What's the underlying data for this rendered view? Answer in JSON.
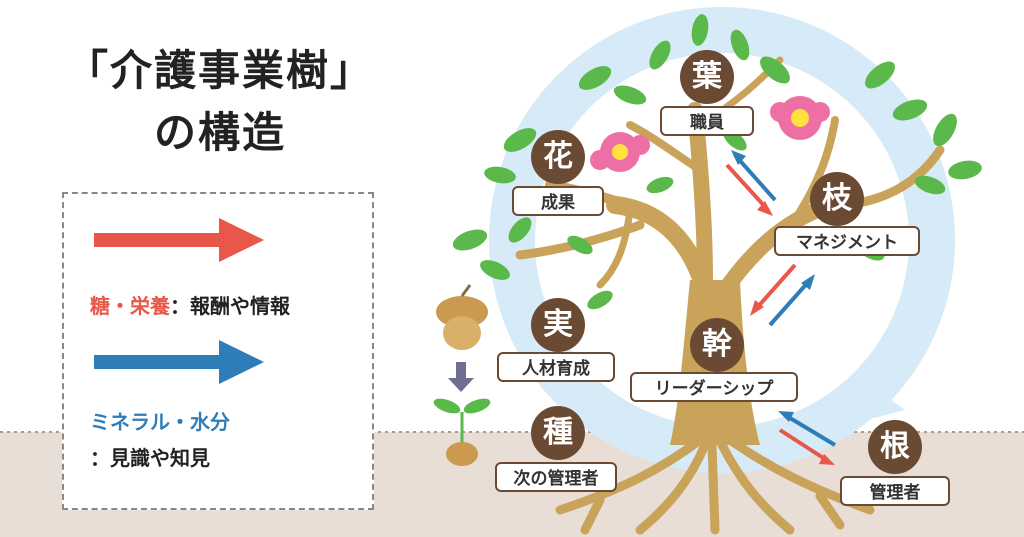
{
  "title": {
    "line1": "「介護事業樹」",
    "line2": "の構造"
  },
  "legend": {
    "sugar_label": "糖・栄養",
    "sugar_value": "：報酬や情報",
    "mineral_label": "ミネラル・水分",
    "mineral_value": "：見識や知見",
    "colors": {
      "sugar": "#e8574a",
      "mineral": "#2e7db8"
    }
  },
  "nodes": {
    "leaf": {
      "badge": "葉",
      "label": "職員"
    },
    "flower": {
      "badge": "花",
      "label": "成果"
    },
    "branch": {
      "badge": "枝",
      "label": "マネジメント"
    },
    "fruit": {
      "badge": "実",
      "label": "人材育成"
    },
    "trunk": {
      "badge": "幹",
      "label": "リーダーシップ"
    },
    "seed": {
      "badge": "種",
      "label": "次の管理者"
    },
    "root": {
      "badge": "根",
      "label": "管理者"
    }
  },
  "colors": {
    "trunk": "#c9a35a",
    "leaf": "#5bb84a",
    "flower": "#ee6fa3",
    "flower_center": "#ffe23a",
    "ground": "#e8ded5",
    "cycle": "#d6ebf7",
    "badge": "#6b4a34"
  }
}
